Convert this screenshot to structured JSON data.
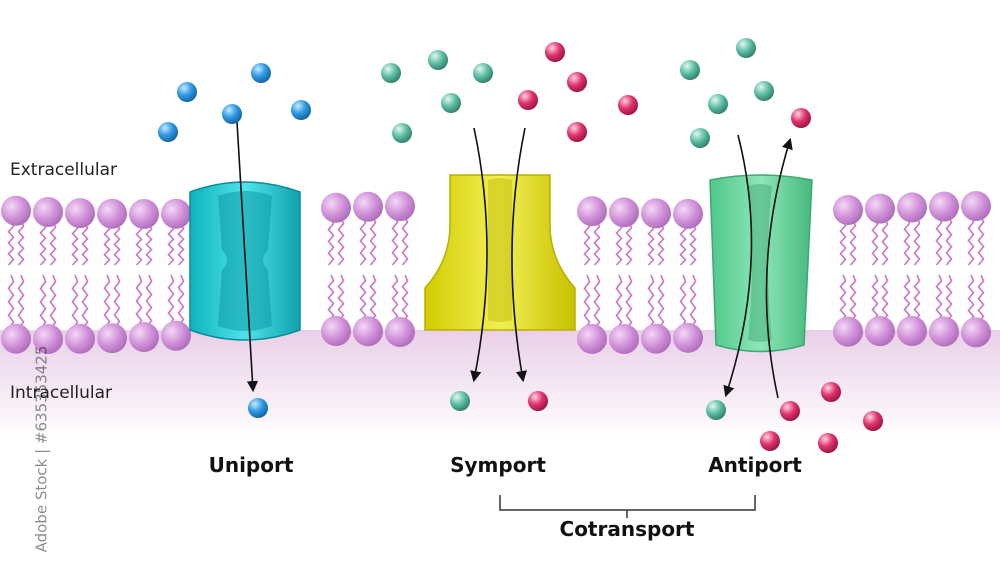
{
  "regions": {
    "outside": "Extracellular",
    "inside": "Intracellular"
  },
  "transporters": [
    {
      "label": "Uniport",
      "color": "#22c7cf"
    },
    {
      "label": "Symport",
      "color": "#e4e018"
    },
    {
      "label": "Antiport",
      "color": "#6fd9a2"
    }
  ],
  "group_label": "Cotransport",
  "watermark": "Adobe Stock | #635353425",
  "colors": {
    "lipid_head": "#c98bd6",
    "lipid_tail": "#c876c6",
    "cytoplasm": "#f1dff0",
    "solute_blue": "#2f9ae4",
    "solute_teal": "#5fbfa6",
    "solute_pink": "#e0346f"
  }
}
